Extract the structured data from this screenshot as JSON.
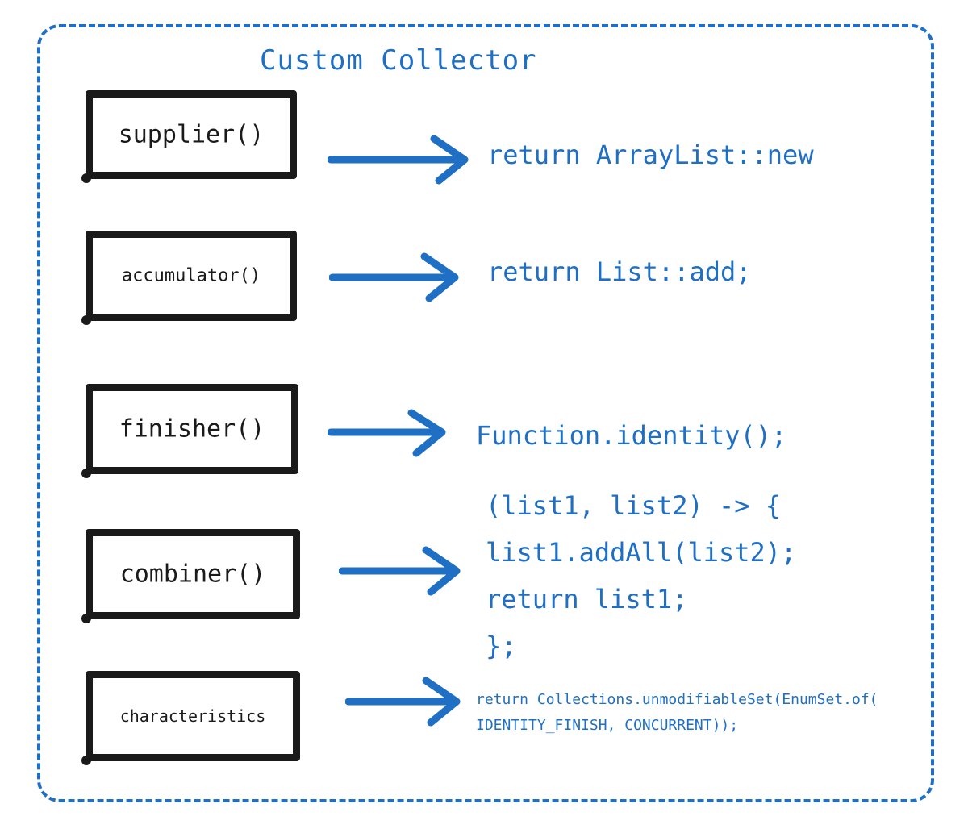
{
  "title": "Custom Collector",
  "methods": [
    {
      "label": "supplier()",
      "code": [
        "return ArrayList::new"
      ]
    },
    {
      "label": "accumulator()",
      "code": [
        "return List::add;"
      ]
    },
    {
      "label": "finisher()",
      "code": [
        "Function.identity();"
      ]
    },
    {
      "label": "combiner()",
      "code": [
        "(list1, list2) -> {",
        "list1.addAll(list2);",
        "return list1;",
        "};"
      ]
    },
    {
      "label": "characteristics",
      "code": [
        "return Collections.unmodifiableSet(EnumSet.of(",
        "IDENTITY_FINISH, CONCURRENT));"
      ]
    }
  ],
  "colors": {
    "accent": "#1f6fc4",
    "ink": "#1a1a1a"
  }
}
